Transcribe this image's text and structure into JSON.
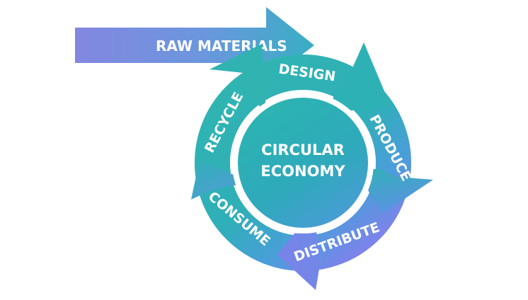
{
  "diagram": {
    "input_label": "RAW MATERIALS",
    "center_line1": "CIRCULAR",
    "center_line2": "ECONOMY",
    "stages": {
      "design": "DESIGN",
      "produce": "PRODUCE",
      "distribute": "DISTRIBUTE",
      "consume": "CONSUME",
      "recycle": "RECYCLE"
    }
  },
  "colors": {
    "teal": "#2FB3B3",
    "teal_dark": "#22A3A8",
    "blue": "#4FA0D8",
    "violet": "#7C86E6",
    "arrow_violet": "#8A8BE8"
  }
}
